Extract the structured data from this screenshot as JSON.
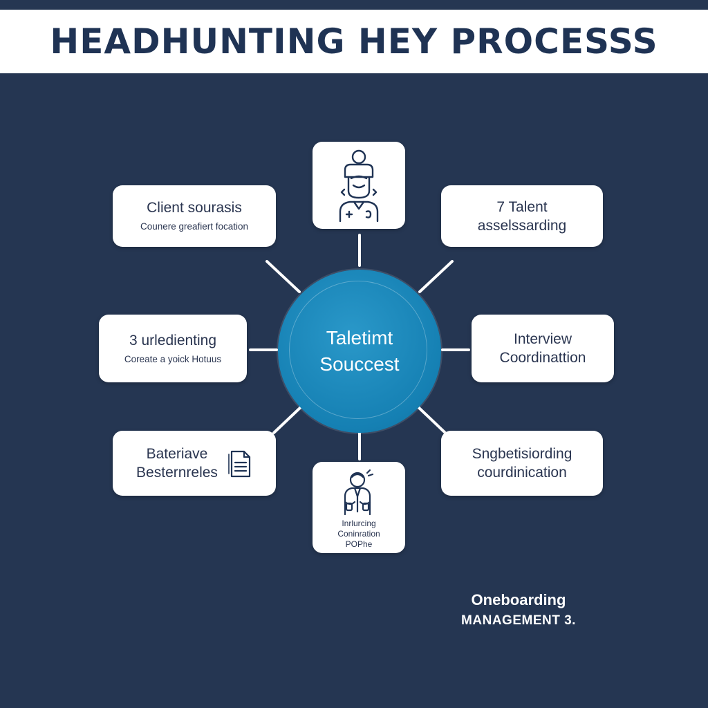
{
  "title": "HEADHUNTING HEY PROCESSS",
  "center": {
    "line1": "Taletimt",
    "line2": "Souccest"
  },
  "nodes": {
    "top": {
      "icon": "recruiter-candidate-icon"
    },
    "top_left": {
      "title": "Client sourasis",
      "subtitle": "Counere greafiert focation"
    },
    "top_right": {
      "title_line1": "7 Talent",
      "title_line2": "asselssarding"
    },
    "mid_left": {
      "title": "3 urledienting",
      "subtitle": "Coreate a yoick Hotuus"
    },
    "mid_right": {
      "title_line1": "Interview",
      "title_line2": "Coordinattion"
    },
    "bottom_left": {
      "title_line1": "Bateriave",
      "title_line2": "Besternreles",
      "icon": "document-icon"
    },
    "bottom_right": {
      "title_line1": "Sngbetisiording",
      "title_line2": "courdinication"
    },
    "bottom": {
      "icon": "presenter-icon",
      "line1": "Inrlurcing",
      "line2": "Coninration",
      "line3": "POPhe"
    }
  },
  "footer": {
    "line1": "Oneboarding",
    "line2": "MANAGEMENT 3."
  },
  "colors": {
    "background": "#253652",
    "banner": "#ffffff",
    "title": "#1f3354",
    "center": "#1580b3",
    "connector": "#ffffff",
    "node": "#ffffff"
  }
}
